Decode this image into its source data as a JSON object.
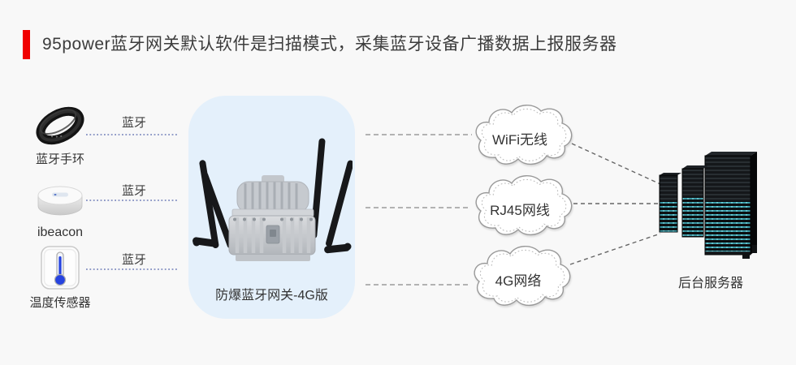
{
  "header": {
    "title": "95power蓝牙网关默认软件是扫描模式，采集蓝牙设备广播数据上报服务器",
    "accent_color": "#f00000"
  },
  "devices": [
    {
      "name": "蓝牙手环",
      "icon": "smart-band-icon"
    },
    {
      "name": "ibeacon",
      "icon": "ibeacon-icon"
    },
    {
      "name": "温度传感器",
      "icon": "temperature-sensor-icon"
    }
  ],
  "bluetooth_links": [
    {
      "label": "蓝牙"
    },
    {
      "label": "蓝牙"
    },
    {
      "label": "蓝牙"
    }
  ],
  "gateway": {
    "label": "防爆蓝牙网关-4G版",
    "panel_color": "#e4f0fb"
  },
  "clouds": [
    {
      "label": "WiFi无线"
    },
    {
      "label": "RJ45网线"
    },
    {
      "label": "4G网络"
    }
  ],
  "server": {
    "label": "后台服务器"
  },
  "colors": {
    "background": "#f8f8f8",
    "title_text": "#3c3c3c",
    "bluetooth_dotted_line": "#8f9ac7",
    "gateway_dashed_line": "#9a9a9a",
    "server_dashed_line": "#666666",
    "server_led": "#49cfe0",
    "antenna_black": "#17181a",
    "gateway_body_gray": "#c6cacf"
  }
}
